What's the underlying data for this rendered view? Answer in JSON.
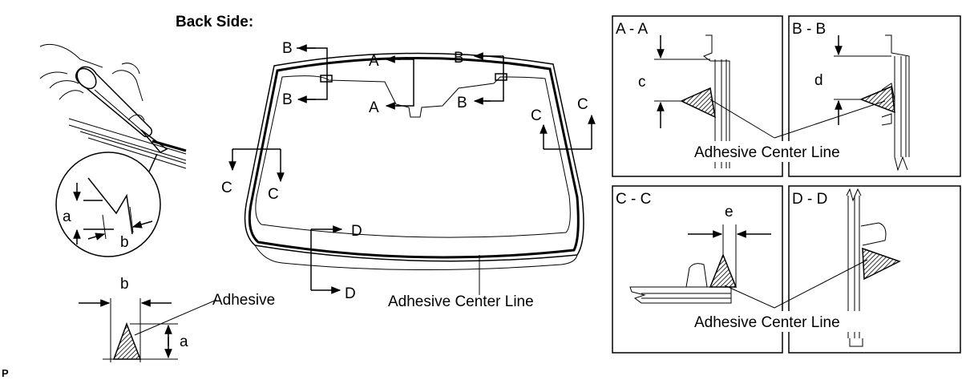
{
  "back_side_label": "Back Side:",
  "section_labels": {
    "a": "A",
    "b": "B",
    "c": "C",
    "d": "D"
  },
  "panel_titles": {
    "aa": "A - A",
    "bb": "B - B",
    "cc": "C - C",
    "dd": "D - D"
  },
  "dimension_labels": {
    "a": "a",
    "b": "b",
    "c": "c",
    "d": "d",
    "e": "e"
  },
  "adhesive_label": "Adhesive",
  "adhesive_center_line_label": "Adhesive Center Line",
  "corner_mark": "P"
}
